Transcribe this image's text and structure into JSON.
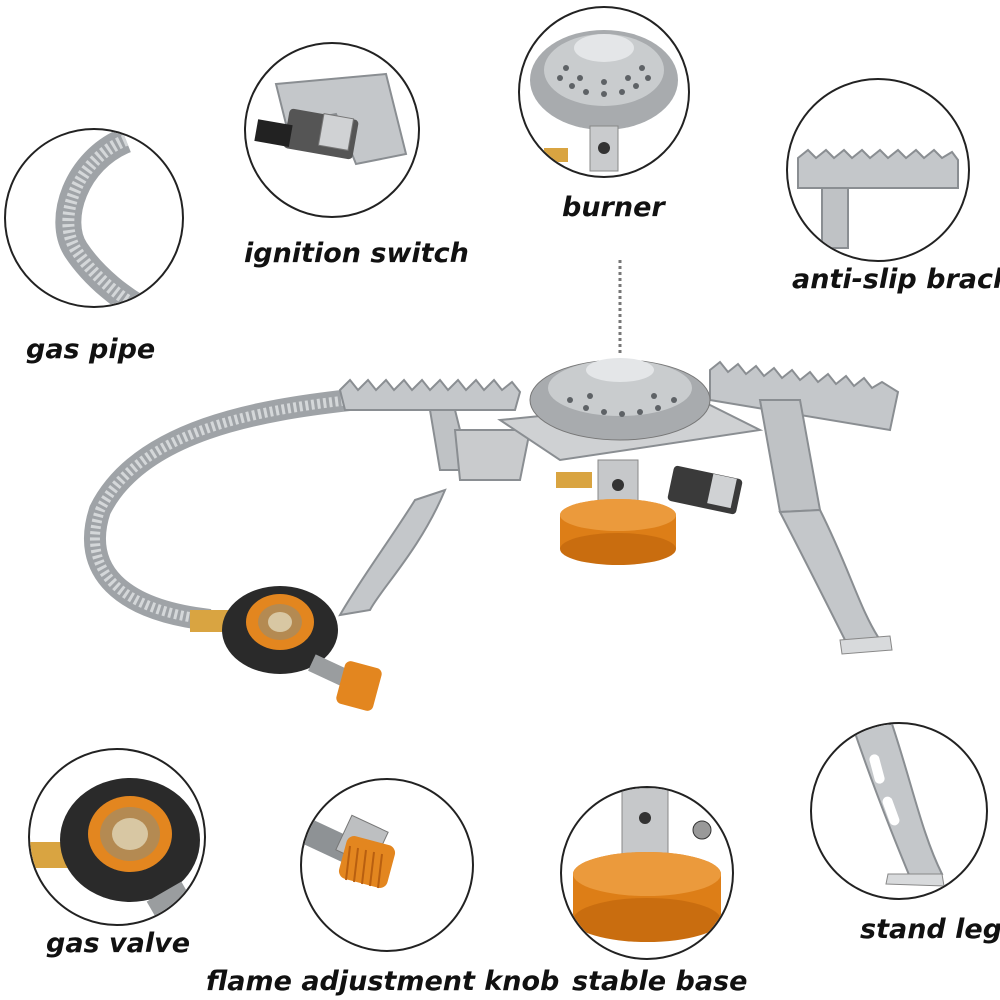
{
  "labels": {
    "ignition_switch": "ignition switch",
    "burner": "burner",
    "anti_slip_bracket": "anti-slip bracket",
    "gas_pipe": "gas pipe",
    "gas_valve": "gas valve",
    "flame_adjustment_knob": "flame adjustment knob",
    "stable_base": "stable base",
    "stand_leg": "stand leg"
  },
  "colors": {
    "steel": "#b9bcbf",
    "steel_dark": "#7c8085",
    "brass": "#d9a441",
    "orange_anodized": "#e3861f",
    "rubber": "#2a2a2a"
  }
}
